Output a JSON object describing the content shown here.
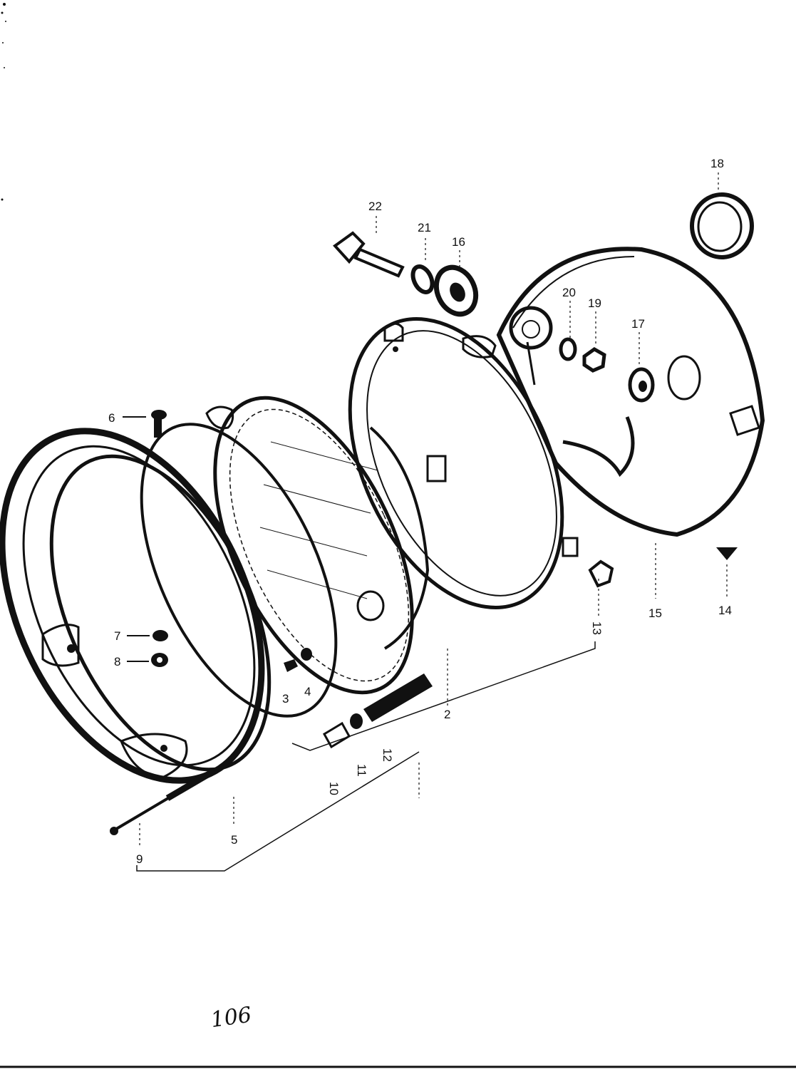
{
  "diagram": {
    "callouts": {
      "p2": "2",
      "p3": "3",
      "p4": "4",
      "p5": "5",
      "p6": "6",
      "p7": "7",
      "p8": "8",
      "p9": "9",
      "p10": "10",
      "p11": "11",
      "p12": "12",
      "p13": "13",
      "p14": "14",
      "p15": "15",
      "p16": "16",
      "p17": "17",
      "p18": "18",
      "p19": "19",
      "p20": "20",
      "p21": "21",
      "p22": "22"
    },
    "page_note": "106"
  },
  "colors": {
    "ink": "#111111",
    "paper": "#ffffff"
  }
}
